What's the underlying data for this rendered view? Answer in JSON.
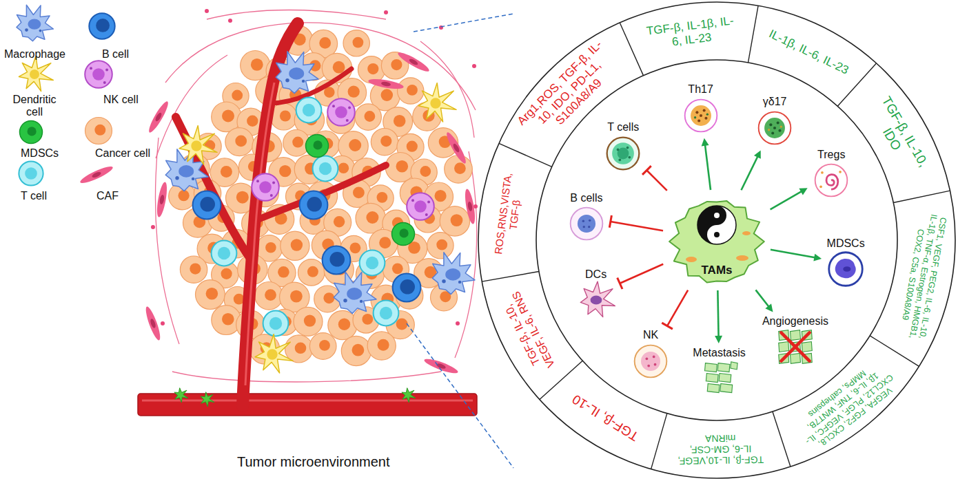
{
  "diagram": {
    "nodes": [
      {
        "text": [
          "TAMs"
        ]
      },
      {
        "text": [
          "T cells"
        ]
      },
      {
        "text": [
          "Th17"
        ]
      },
      {
        "text": [
          "γδ17"
        ]
      },
      {
        "text": [
          "Tregs"
        ]
      },
      {
        "text": [
          "MDSCs"
        ]
      },
      {
        "text": [
          "Angiogenesis"
        ]
      },
      {
        "text": [
          "Metastasis"
        ]
      },
      {
        "text": [
          "NK"
        ]
      },
      {
        "text": [
          "DCs"
        ]
      },
      {
        "text": [
          "B cells"
        ]
      },
      {
        "text": [
          "Arg1,ROS, TGF-β, IL-10, IDO, PD-L1, S100A8/A9"
        ]
      },
      {
        "text": [
          "TGF-β, IL-1β, IL-6, IL-23"
        ]
      },
      {
        "text": [
          "IL-1β, IL-6, IL-23"
        ]
      },
      {
        "text": [
          "TGF-β, IL-10, IDO"
        ]
      },
      {
        "text": [
          "CSF1, VEGF, PEG2, IL-6, IL-10, IL-1β, TNF-α, Estrogen, HMGB1, COX2, C5a, S100A8/A9"
        ]
      },
      {
        "text": [
          "VEGFA, FGF2, CXCL8, CXCL12, PLGF, VEGFC, IL-1β, IL-6, TNF, WNT7B, MMPs, cathepsins"
        ]
      },
      {
        "text": [
          "TGF-β, IL-10,VEGF, IL-6, GM-CSF, miRNA"
        ]
      },
      {
        "text": [
          "TGF-β, IL-10"
        ]
      },
      {
        "text": [
          "TGF-β, IL-10, VEGF, IL-6, RNS"
        ]
      },
      {
        "text": [
          "ROS,RNS,VISTA, TGF-β"
        ]
      }
    ],
    "edges": [
      {
        "from": 0,
        "to": 1,
        "arrow": "to"
      },
      {
        "from": 0,
        "to": 2,
        "arrow": "to"
      },
      {
        "from": 0,
        "to": 3,
        "arrow": "to"
      },
      {
        "from": 0,
        "to": 4,
        "arrow": "to"
      },
      {
        "from": 0,
        "to": 5,
        "arrow": "to"
      },
      {
        "from": 0,
        "to": 6,
        "arrow": "to"
      },
      {
        "from": 0,
        "to": 7,
        "arrow": "to"
      },
      {
        "from": 0,
        "to": 8,
        "arrow": "to"
      },
      {
        "from": 0,
        "to": 9,
        "arrow": "to"
      },
      {
        "from": 0,
        "to": 10,
        "arrow": "to"
      }
    ],
    "labels": [
      "Tumor microenvironment"
    ],
    "legend": [
      {
        "text": "Macrophage"
      },
      {
        "text": "B cell"
      },
      {
        "text": "Dendritic cell"
      },
      {
        "text": "NK cell"
      },
      {
        "text": "MDSCs"
      },
      {
        "text": "Cancer cell"
      },
      {
        "text": "T cell"
      },
      {
        "text": "CAF"
      }
    ]
  }
}
